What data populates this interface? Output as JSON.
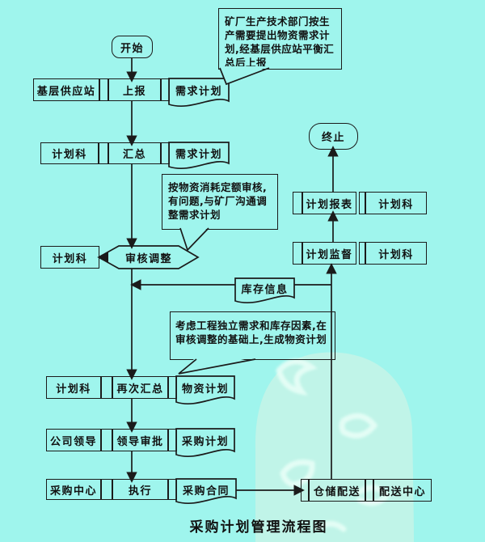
{
  "title": "采购计划管理流程图",
  "colors": {
    "background": "#9ff5ed",
    "line": "#1b1b1b",
    "text": "#111111",
    "watermark_blob": "#c0f4e8",
    "watermark_glyph": "#e7fef7"
  },
  "nodes": {
    "start": "开始",
    "end": "终止",
    "inventory": "库存信息"
  },
  "left_rows": [
    {
      "actor": "基层供应站",
      "action": "上报",
      "doc": "需求计划"
    },
    {
      "actor": "计划科",
      "action": "汇总",
      "doc": "需求计划"
    },
    {
      "actor": "计划科",
      "action": "审核调整"
    },
    {
      "actor": "计划科",
      "action": "再次汇总",
      "doc": "物资计划"
    },
    {
      "actor": "公司领导",
      "action": "领导审批",
      "doc": "采购计划"
    },
    {
      "actor": "采购中心",
      "action": "执行",
      "doc": "采购合同"
    }
  ],
  "right_rows": [
    {
      "action": "计划报表",
      "actor": "计划科"
    },
    {
      "action": "计划监督",
      "actor": "计划科"
    },
    {
      "action": "仓储配送",
      "actor": "配送中心"
    }
  ],
  "callouts": [
    {
      "text": "矿厂生产技术部门按生产需要提出物资需求计划,经基层供应站平衡汇总后上报"
    },
    {
      "text": "按物资消耗定额审核,有问题,与矿厂沟通调整需求计划"
    },
    {
      "text": "考虑工程独立需求和库存因素,在审核调整的基础上,生成物资计划"
    }
  ]
}
